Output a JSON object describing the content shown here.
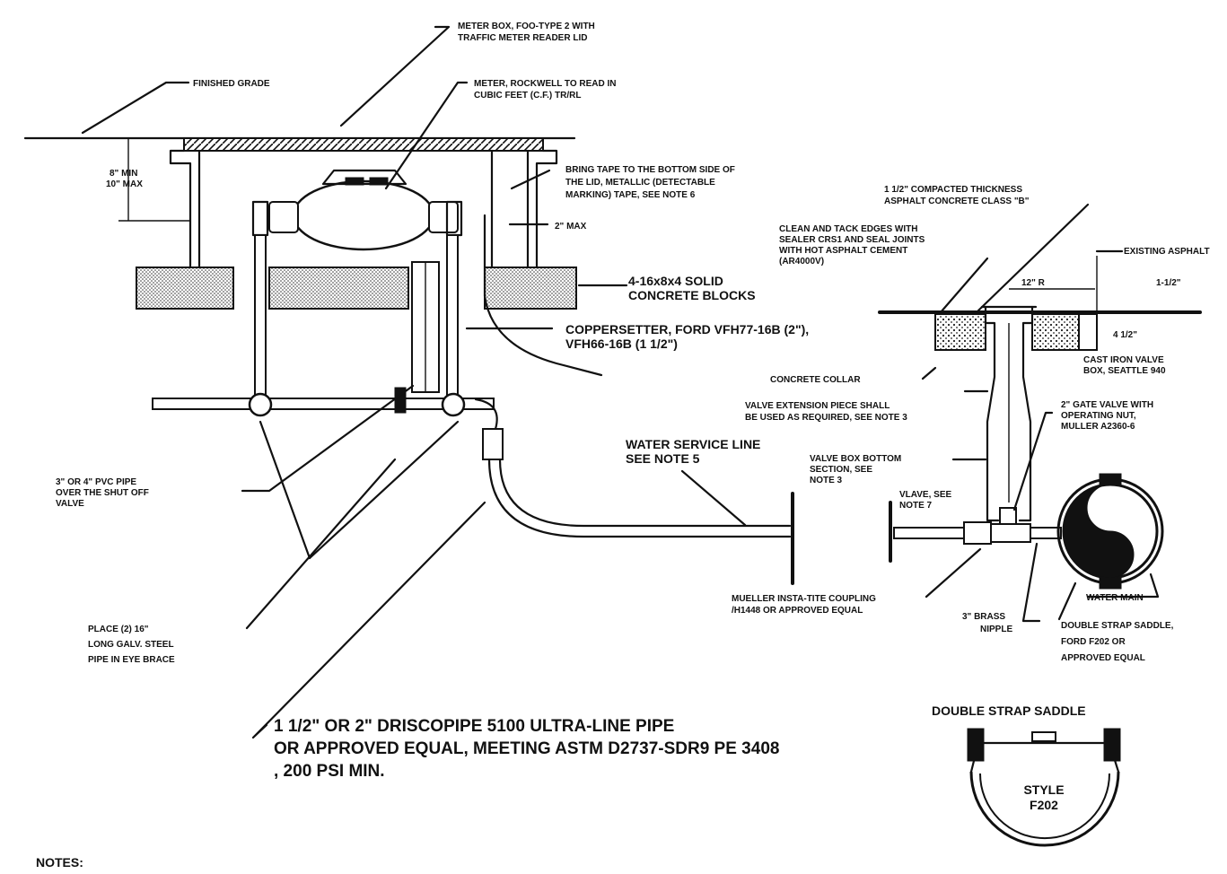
{
  "labels": {
    "meter_box": [
      "METER BOX, FOO-TYPE 2 WITH",
      "TRAFFIC METER READER LID"
    ],
    "finished_grade": [
      "FINISHED GRADE"
    ],
    "meter": [
      "METER, ROCKWELL TO READ IN",
      "CUBIC FEET (C.F.) TR/RL"
    ],
    "depth": [
      "8\" MIN",
      "10\" MAX"
    ],
    "bring_tape": [
      "BRING TAPE TO THE BOTTOM SIDE OF",
      "THE LID, METALLIC (DETECTABLE",
      "MARKING) TAPE, SEE NOTE 6"
    ],
    "two_max": [
      "2\" MAX"
    ],
    "asphalt_compacted": [
      "1 1/2\" COMPACTED THICKNESS",
      "ASPHALT CONCRETE CLASS \"B\""
    ],
    "clean_tack": [
      "CLEAN AND TACK EDGES WITH",
      "SEALER CRS1 AND SEAL JOINTS",
      "WITH HOT ASPHALT CEMENT",
      "(AR4000V)"
    ],
    "existing_asphalt": [
      "EXISTING ASPHALT"
    ],
    "concrete_blocks": [
      "4-16x8x4 SOLID",
      "CONCRETE BLOCKS"
    ],
    "radius": [
      "12\" R"
    ],
    "one_half": [
      "1-1/2\""
    ],
    "four_half": [
      "4 1/2\""
    ],
    "coppersetter": [
      "COPPERSETTER, FORD VFH77-16B (2\"),",
      "VFH66-16B (1 1/2\")"
    ],
    "concrete_collar": [
      "CONCRETE COLLAR"
    ],
    "cast_iron": [
      "CAST IRON VALVE",
      "BOX, SEATTLE 940"
    ],
    "valve_extension": [
      "VALVE EXTENSION PIECE SHALL",
      "BE USED AS REQUIRED, SEE NOTE 3"
    ],
    "gate_valve": [
      "2\" GATE VALVE WITH",
      "OPERATING NUT,",
      "MULLER A2360-6"
    ],
    "water_service": [
      "WATER SERVICE LINE",
      "SEE NOTE 5"
    ],
    "valve_box_bottom": [
      "VALVE BOX BOTTOM",
      "SECTION, SEE",
      "NOTE 3"
    ],
    "pvc_pipe": [
      "3\" OR 4\" PVC PIPE",
      "OVER THE SHUT OFF",
      "VALVE"
    ],
    "valve_note": [
      "VLAVE, SEE",
      "NOTE 7"
    ],
    "water_main": [
      "WATER MAIN"
    ],
    "mueller_coupling": [
      "MUELLER INSTA-TITE COUPLING",
      "/H1448 OR APPROVED EQUAL"
    ],
    "brass_nipple": [
      "3\" BRASS",
      "NIPPLE"
    ],
    "double_strap_saddle_note": [
      "DOUBLE STRAP SADDLE,",
      "FORD F202 OR",
      "APPROVED EQUAL"
    ],
    "place_steel": [
      "PLACE (2) 16\"",
      "LONG GALV. STEEL",
      "PIPE IN EYE BRACE"
    ],
    "driscopipe": [
      "1 1/2\" OR 2\" DRISCOPIPE 5100 ULTRA-LINE PIPE",
      "OR APPROVED EQUAL, MEETING ASTM D2737-SDR9 PE 3408",
      ", 200 PSI MIN."
    ],
    "saddle_title": [
      "DOUBLE STRAP SADDLE"
    ],
    "style": [
      "STYLE",
      "F202"
    ],
    "notes": [
      "NOTES:"
    ]
  }
}
